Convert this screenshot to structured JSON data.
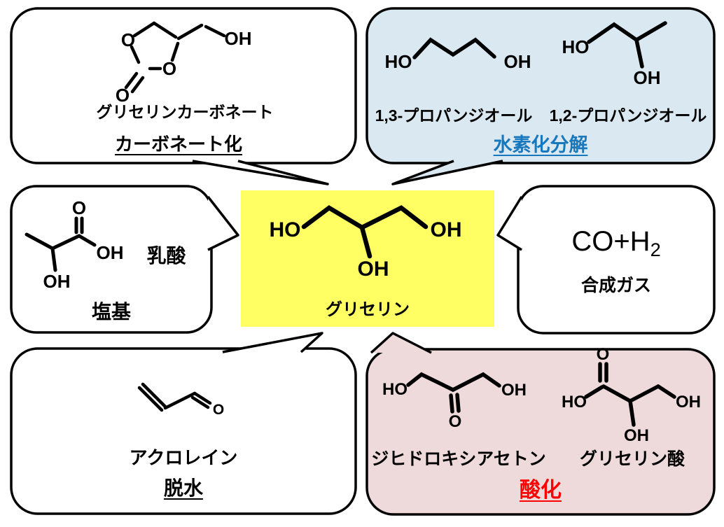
{
  "atoms": {
    "HO": "HO",
    "OH": "OH",
    "O": "O"
  },
  "center": {
    "name": "グリセリン",
    "bg_color": "#FFFF63"
  },
  "bubbles": {
    "carbonate": {
      "product": "グリセリンカーボネート",
      "reaction": "カーボネート化",
      "bg_color": "#FFFFFF"
    },
    "hydrogenolysis": {
      "product_left": "1,3-プロパンジオール",
      "product_right": "1,2-プロパンジオール",
      "reaction": "水素化分解",
      "bg_color": "#DAE8F1",
      "reaction_color": "#1878BE"
    },
    "lactic_acid": {
      "product": "乳酸",
      "condition": "塩基",
      "bg_color": "#FFFFFF"
    },
    "synthesis_gas": {
      "formula_main": "CO+H",
      "formula_sub": "2",
      "product": "合成ガス",
      "bg_color": "#FFFFFF"
    },
    "acrolein": {
      "product": "アクロレイン",
      "reaction": "脱水",
      "bg_color": "#FFFFFF"
    },
    "oxidation": {
      "product_left": "ジヒドロキシアセトン",
      "product_right": "グリセリン酸",
      "reaction": "酸化",
      "bg_color": "#EFDADB",
      "reaction_color": "#FF0000"
    }
  }
}
